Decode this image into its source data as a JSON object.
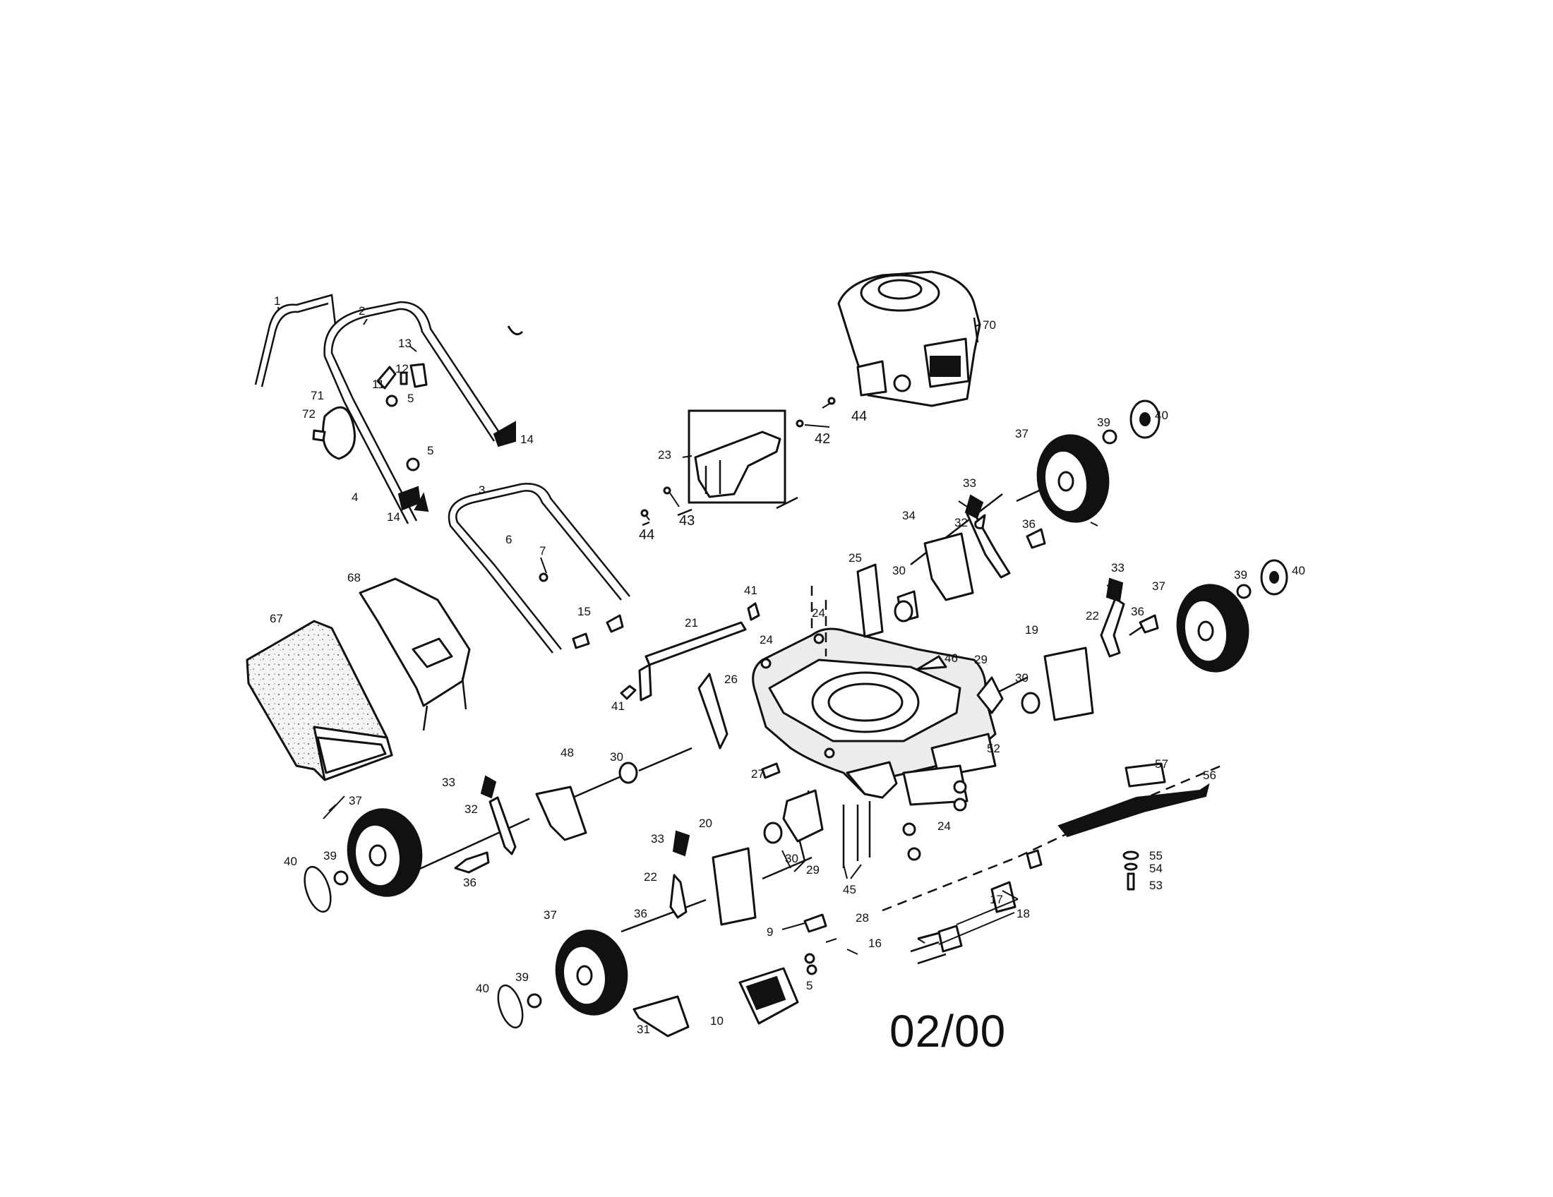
{
  "diagram": {
    "date_code": "02/00",
    "callouts": [
      "1",
      "2",
      "3",
      "4",
      "5",
      "6",
      "7",
      "9",
      "10",
      "11",
      "12",
      "13",
      "14",
      "15",
      "16",
      "17",
      "18",
      "19",
      "20",
      "21",
      "22",
      "23",
      "24",
      "25",
      "26",
      "27",
      "28",
      "29",
      "30",
      "31",
      "32",
      "33",
      "34",
      "36",
      "37",
      "39",
      "40",
      "41",
      "42",
      "43",
      "44",
      "45",
      "46",
      "48",
      "52",
      "53",
      "54",
      "55",
      "56",
      "57",
      "67",
      "68",
      "70",
      "71",
      "72"
    ]
  }
}
